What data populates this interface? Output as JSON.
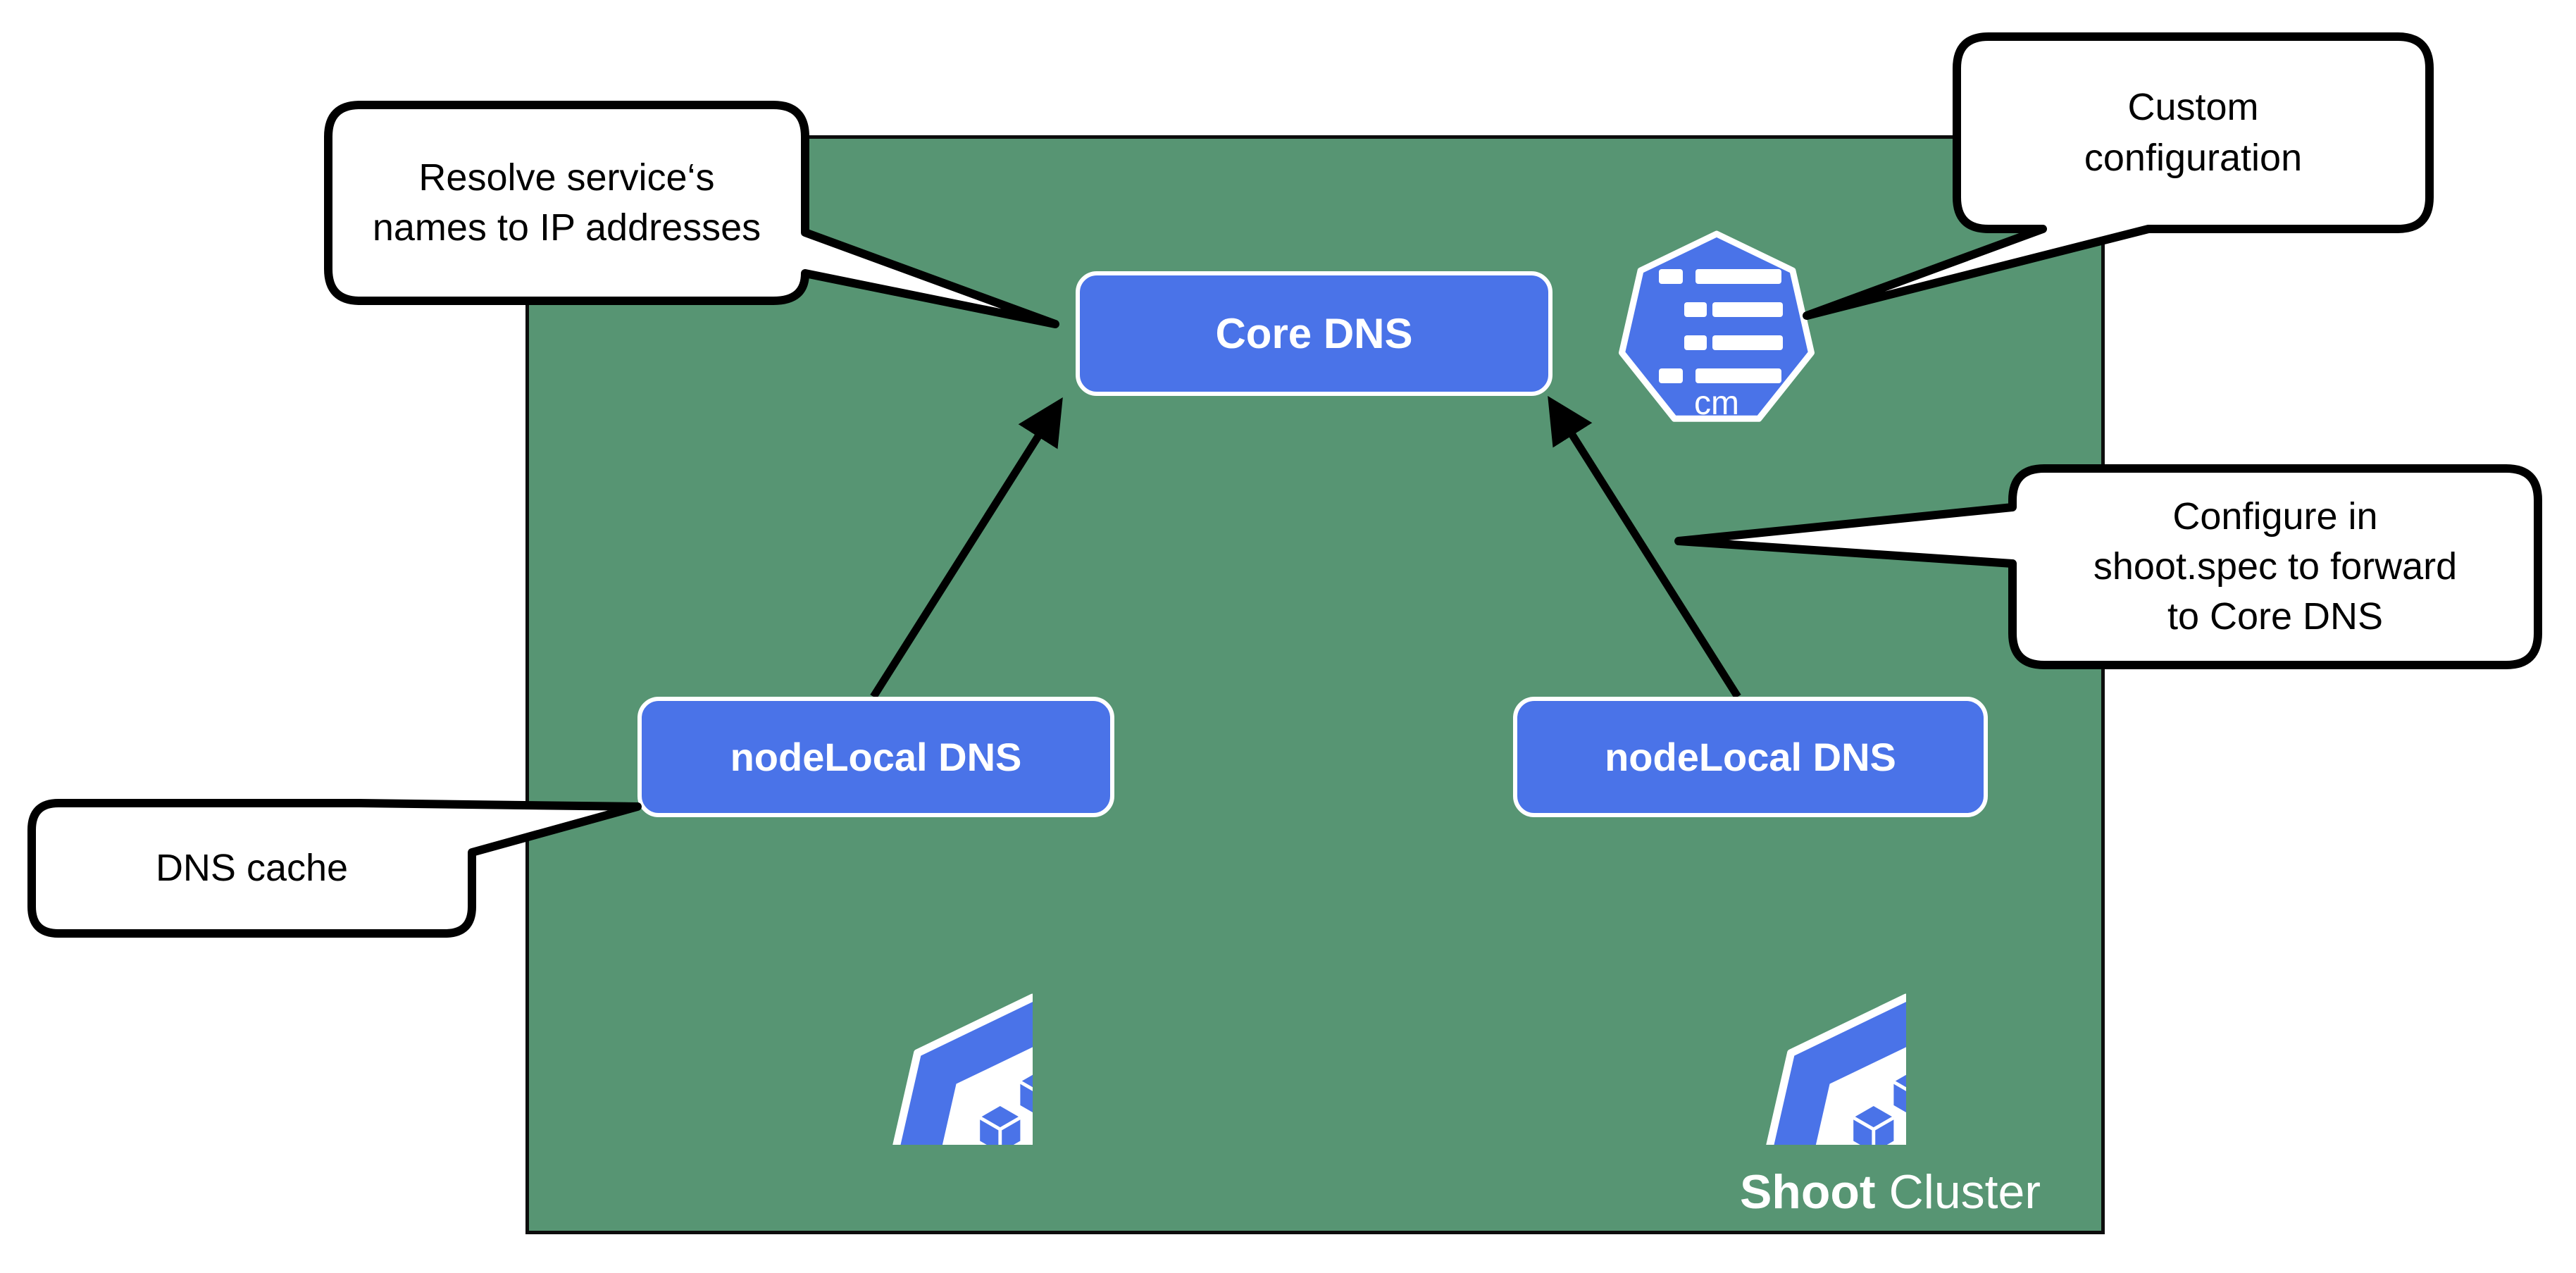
{
  "colors": {
    "cluster_green": "#579573",
    "node_blue": "#4a73e8",
    "callout_bg": "#ffffff",
    "outline_black": "#000000",
    "text_white": "#ffffff"
  },
  "cluster": {
    "label_bold": "Shoot",
    "label_regular": "Cluster"
  },
  "boxes": {
    "core_dns": "Core DNS",
    "nodelocal_left": "nodeLocal DNS",
    "nodelocal_right": "nodeLocal DNS"
  },
  "icons": {
    "configmap_label": "cm"
  },
  "callouts": {
    "resolve": "Resolve service‘s names to IP addresses",
    "custom": "Custom configuration",
    "configure": "Configure in shoot.spec to forward to Core DNS",
    "dns_cache": "DNS cache"
  }
}
